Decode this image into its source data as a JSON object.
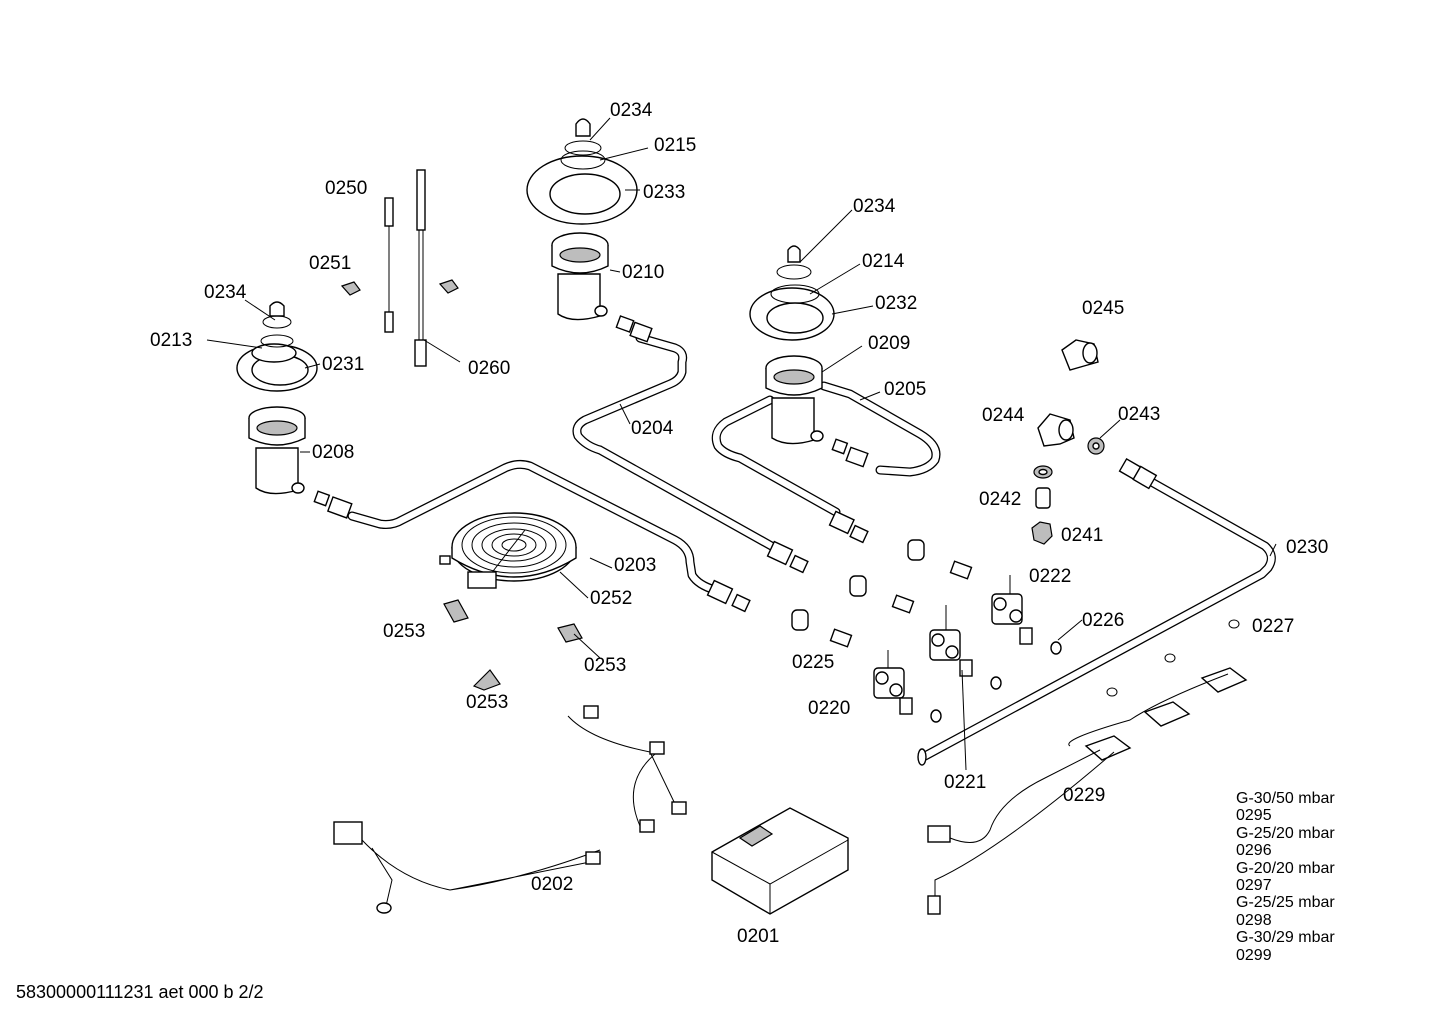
{
  "part_labels": {
    "p0201": "0201",
    "p0202": "0202",
    "p0203": "0203",
    "p0204": "0204",
    "p0205": "0205",
    "p0208": "0208",
    "p0209": "0209",
    "p0210": "0210",
    "p0213": "0213",
    "p0214": "0214",
    "p0215": "0215",
    "p0220": "0220",
    "p0221": "0221",
    "p0222": "0222",
    "p0225": "0225",
    "p0226": "0226",
    "p0227": "0227",
    "p0229": "0229",
    "p0230": "0230",
    "p0231": "0231",
    "p0232": "0232",
    "p0233": "0233",
    "p0234_a": "0234",
    "p0234_b": "0234",
    "p0234_c": "0234",
    "p0241": "0241",
    "p0242": "0242",
    "p0243": "0243",
    "p0244": "0244",
    "p0245": "0245",
    "p0250": "0250",
    "p0251": "0251",
    "p0252": "0252",
    "p0253_a": "0253",
    "p0253_b": "0253",
    "p0253_c": "0253",
    "p0260": "0260"
  },
  "gas_variants": [
    {
      "gas": "G-30/50 mbar",
      "part": "0295"
    },
    {
      "gas": "G-25/20 mbar",
      "part": "0296"
    },
    {
      "gas": "G-20/20 mbar",
      "part": "0297"
    },
    {
      "gas": "G-25/25 mbar",
      "part": "0298"
    },
    {
      "gas": "G-30/29 mbar",
      "part": "0299"
    }
  ],
  "document_id": "58300000111231 aet 000 b 2/2"
}
